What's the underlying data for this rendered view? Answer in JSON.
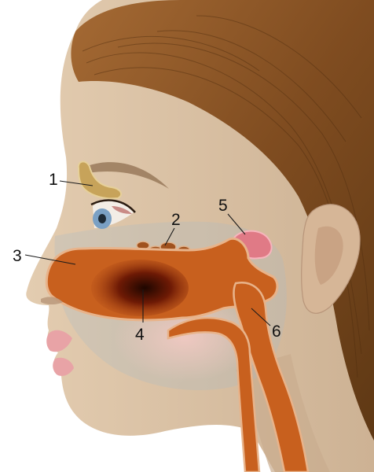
{
  "diagram": {
    "labels": [
      {
        "id": "1",
        "text": "1"
      },
      {
        "id": "2",
        "text": "2"
      },
      {
        "id": "3",
        "text": "3"
      },
      {
        "id": "4",
        "text": "4"
      },
      {
        "id": "5",
        "text": "5"
      },
      {
        "id": "6",
        "text": "6"
      }
    ],
    "colors": {
      "skin": "#d9c0a2",
      "skin_shadow": "#c7aa88",
      "hair": "#8a5528",
      "hair_dark": "#5e3814",
      "airway": "#c8601e",
      "airway_outline": "#e8b38a",
      "cavity_dark": "#2a0a02",
      "gland": "#e07a86",
      "sinus_tan": "#c7a35a",
      "lip": "#e8a3a6",
      "tissue_overlay": "#a9b9c4"
    }
  }
}
